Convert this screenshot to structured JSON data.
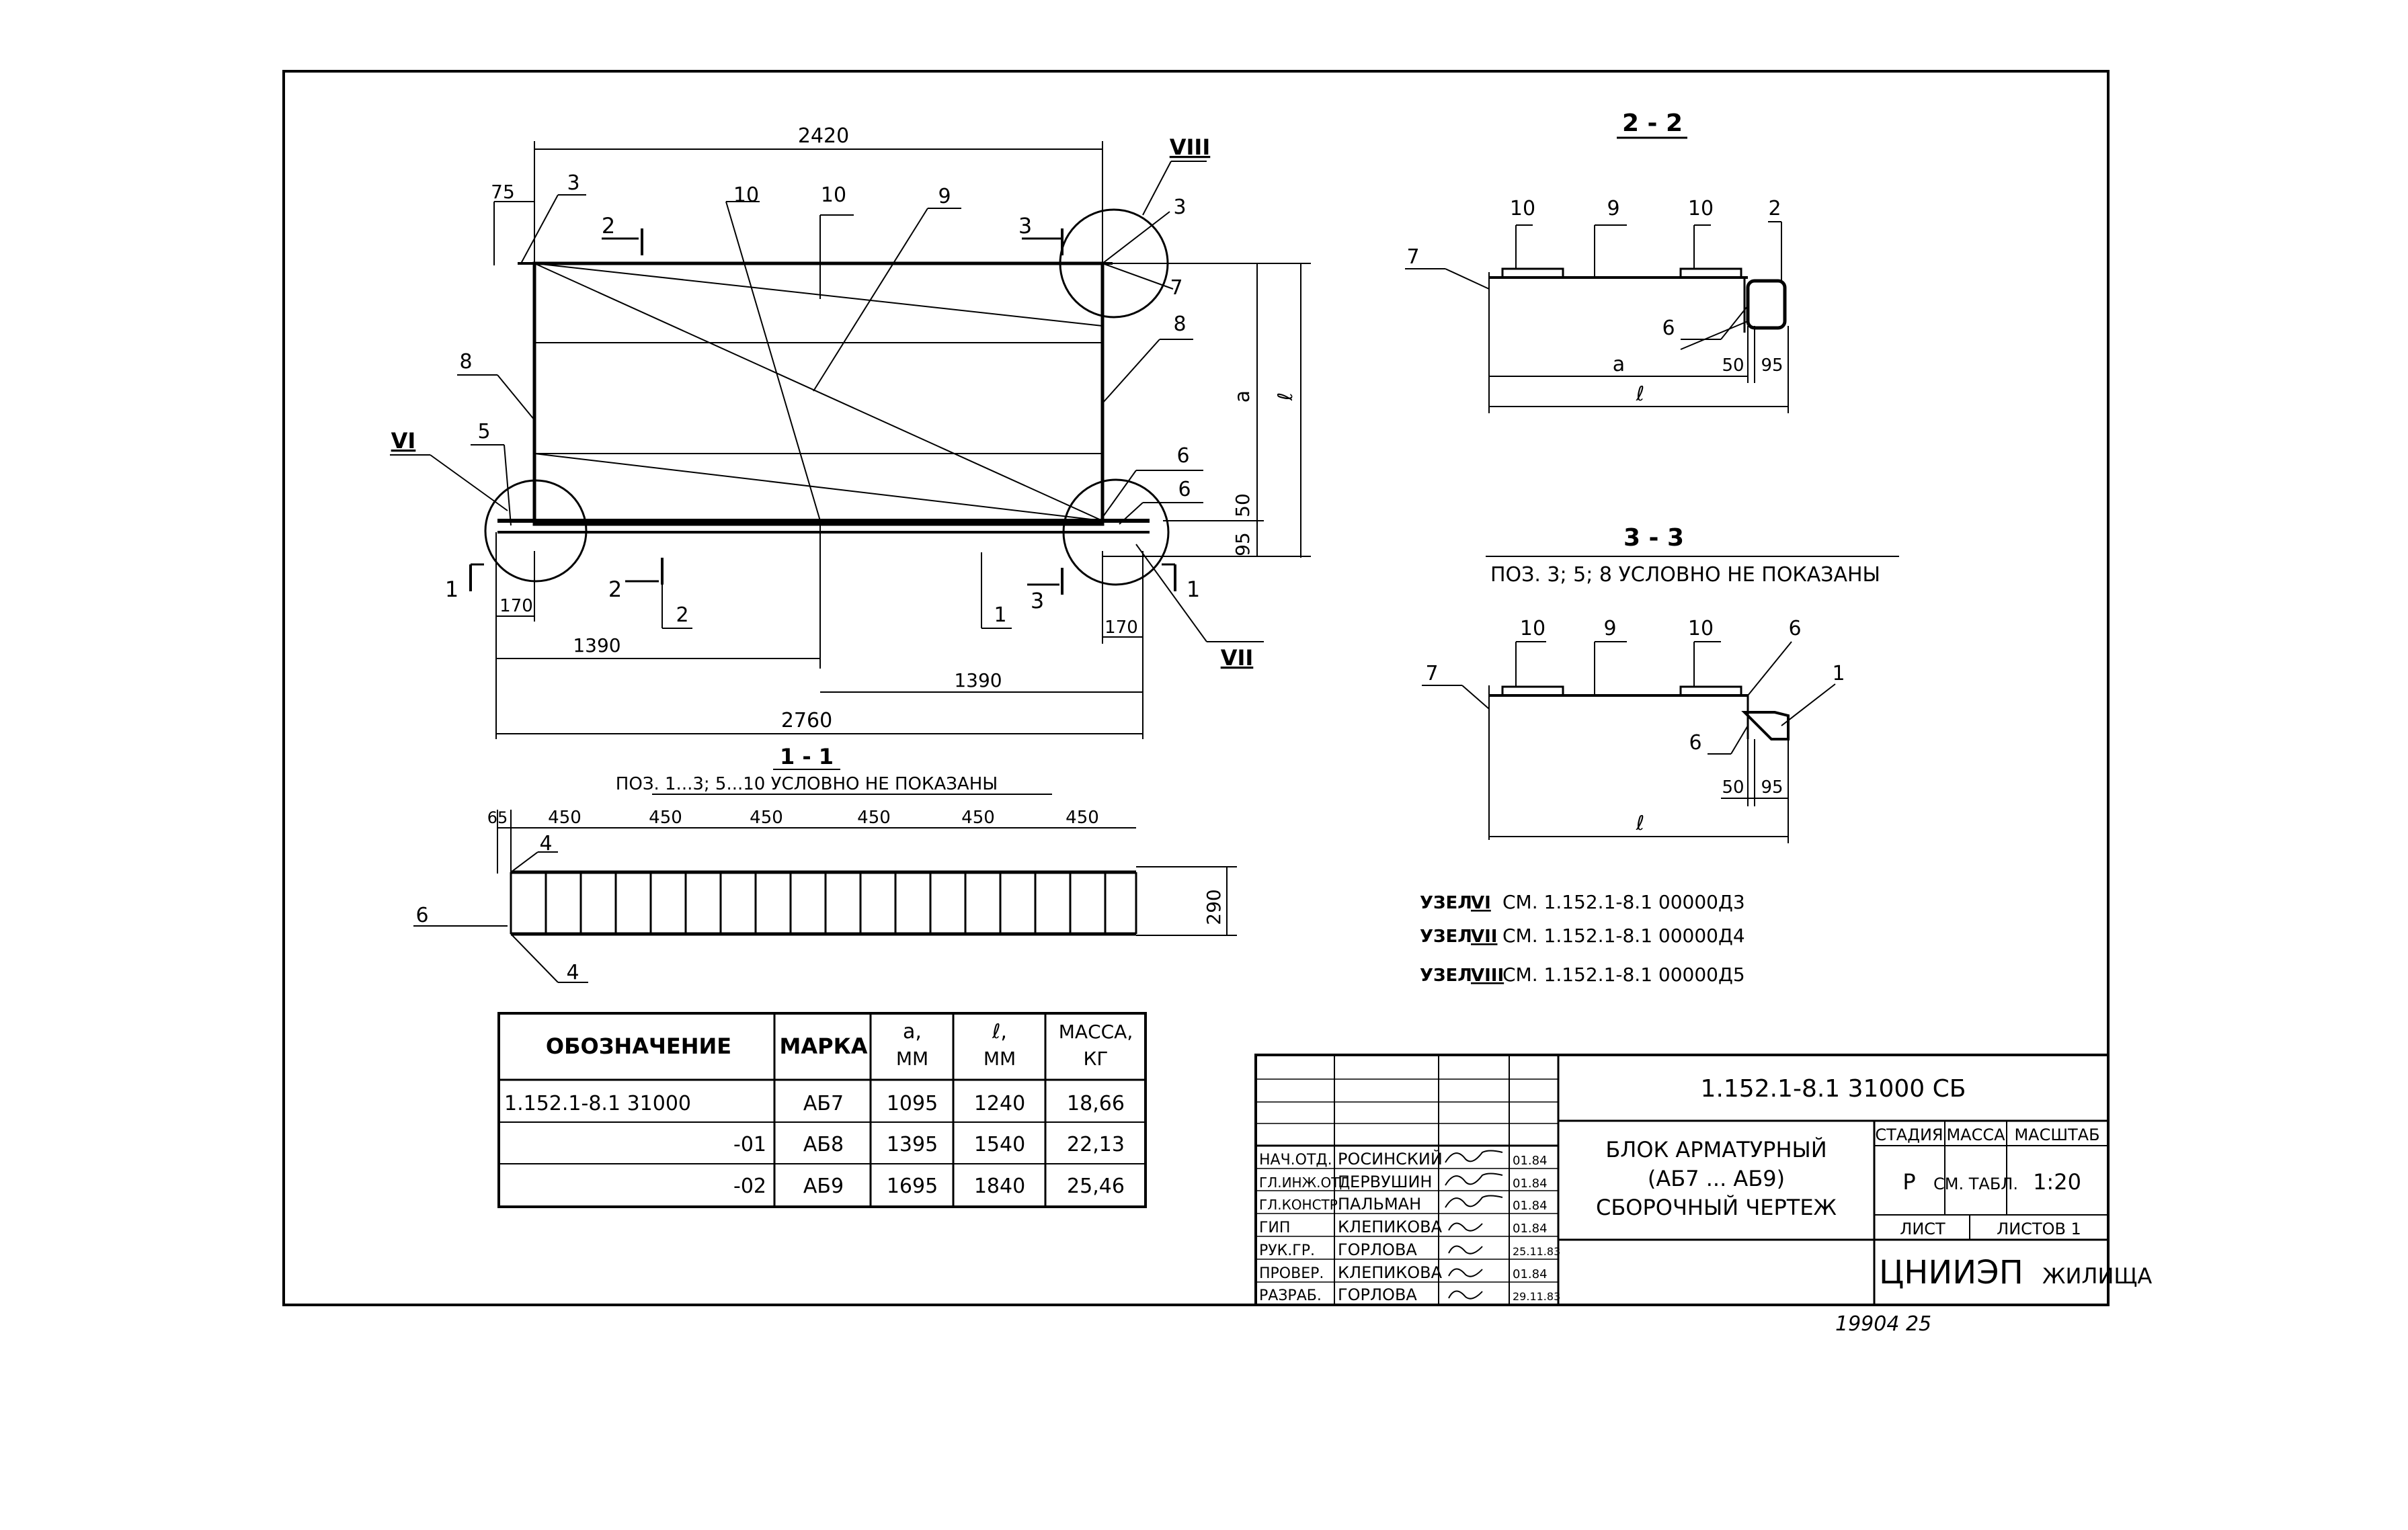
{
  "plan": {
    "dims": {
      "top_width": "2420",
      "left_offset": "75",
      "left_node_w": "170",
      "right_node_w": "170",
      "half_left": "1390",
      "half_right": "1390",
      "total": "2760",
      "height_a": "a",
      "height_l": "ℓ",
      "dim_50": "50",
      "dim_95": "95"
    },
    "callouts": {
      "p3a": "3",
      "p10a": "10",
      "p10b": "10",
      "p9": "9",
      "p3b": "3",
      "p7": "7",
      "p8a": "8",
      "p8b": "8",
      "p5": "5",
      "p6a": "6",
      "p6b": "6",
      "p2top": "2",
      "p2a": "2",
      "p2b": "2",
      "p1a": "1",
      "p1b": "1",
      "p1c": "1",
      "p3c": "3",
      "p3d": "3"
    },
    "nodes": {
      "vi": "VI",
      "vii": "VII",
      "viii": "VIII"
    }
  },
  "section11": {
    "title": "1 - 1",
    "note": "ПОЗ. 1...3; 5...10 УСЛОВНО НЕ ПОКАЗАНЫ",
    "dims": [
      "65",
      "450",
      "450",
      "450",
      "450",
      "450",
      "450"
    ],
    "height": "290",
    "callouts": {
      "p4a": "4",
      "p4b": "4",
      "p6": "6"
    }
  },
  "section22": {
    "title": "2 - 2",
    "callouts": {
      "p10a": "10",
      "p9": "9",
      "p10b": "10",
      "p2": "2",
      "p7": "7",
      "p6": "6"
    },
    "dims": {
      "a": "a",
      "d50": "50",
      "d95": "95",
      "l": "ℓ"
    }
  },
  "section33": {
    "title": "3 - 3",
    "note": "ПОЗ. 3; 5; 8  УСЛОВНО НЕ ПОКАЗАНЫ",
    "callouts": {
      "p10a": "10",
      "p9": "9",
      "p10b": "10",
      "p6a": "6",
      "p7": "7",
      "p1": "1",
      "p6b": "6"
    },
    "dims": {
      "d50": "50",
      "d95": "95",
      "l": "ℓ"
    }
  },
  "node_refs": [
    {
      "label": "УЗЕЛ",
      "node": "VI",
      "text": "СМ. 1.152.1-8.1  00000Д3"
    },
    {
      "label": "УЗЕЛ",
      "node": "VII",
      "text": "СМ. 1.152.1-8.1  00000Д4"
    },
    {
      "label": "УЗЕЛ",
      "node": "VIII",
      "text": "СМ. 1.152.1-8.1  00000Д5"
    }
  ],
  "spec_table": {
    "headers": [
      "ОБОЗНАЧЕНИЕ",
      "МАРКА",
      "a,\nMM",
      "ℓ,\nMM",
      "МАССА,\nКГ"
    ],
    "rows": [
      [
        "1.152.1-8.1   31000",
        "АБ7",
        "1095",
        "1240",
        "18,66"
      ],
      [
        "-01",
        "АБ8",
        "1395",
        "1540",
        "22,13"
      ],
      [
        "-02",
        "АБ9",
        "1695",
        "1840",
        "25,46"
      ]
    ]
  },
  "title_block": {
    "code": "1.152.1-8.1  31000 СБ",
    "name_lines": [
      "БЛОК  АРМАТУРНЫЙ",
      "(АБ7 ... АБ9)",
      "СБОРОЧНЫЙ  ЧЕРТЕЖ"
    ],
    "stage_h": "СТАДИЯ",
    "mass_h": "МАССА",
    "scale_h": "МАСШТАБ",
    "stage": "Р",
    "mass": "СМ. ТАБЛ.",
    "scale": "1:20",
    "sheet": "ЛИСТ",
    "sheets": "ЛИСТОВ 1",
    "org": "ЦНИИЭП",
    "org2": "ЖИЛИЩА",
    "staff": [
      {
        "role": "НАЧ.ОТД.",
        "name": "РОСИНСКИЙ",
        "date": "01.84"
      },
      {
        "role": "ГЛ.ИНЖ.ОТД.",
        "name": "ПЕРВУШИН",
        "date": "01.84"
      },
      {
        "role": "ГЛ.КОНСТР.",
        "name": "ПАЛЬМАН",
        "date": "01.84"
      },
      {
        "role": "ГИП",
        "name": "КЛЕПИКОВА",
        "date": "01.84"
      },
      {
        "role": "РУК.ГР.",
        "name": "ГОРЛОВА",
        "date": "25.11.83"
      },
      {
        "role": "ПРОВЕР.",
        "name": "КЛЕПИКОВА",
        "date": "01.84"
      },
      {
        "role": "РАЗРАБ.",
        "name": "ГОРЛОВА",
        "date": "29.11.83"
      }
    ]
  },
  "footer_note": "19904  25"
}
